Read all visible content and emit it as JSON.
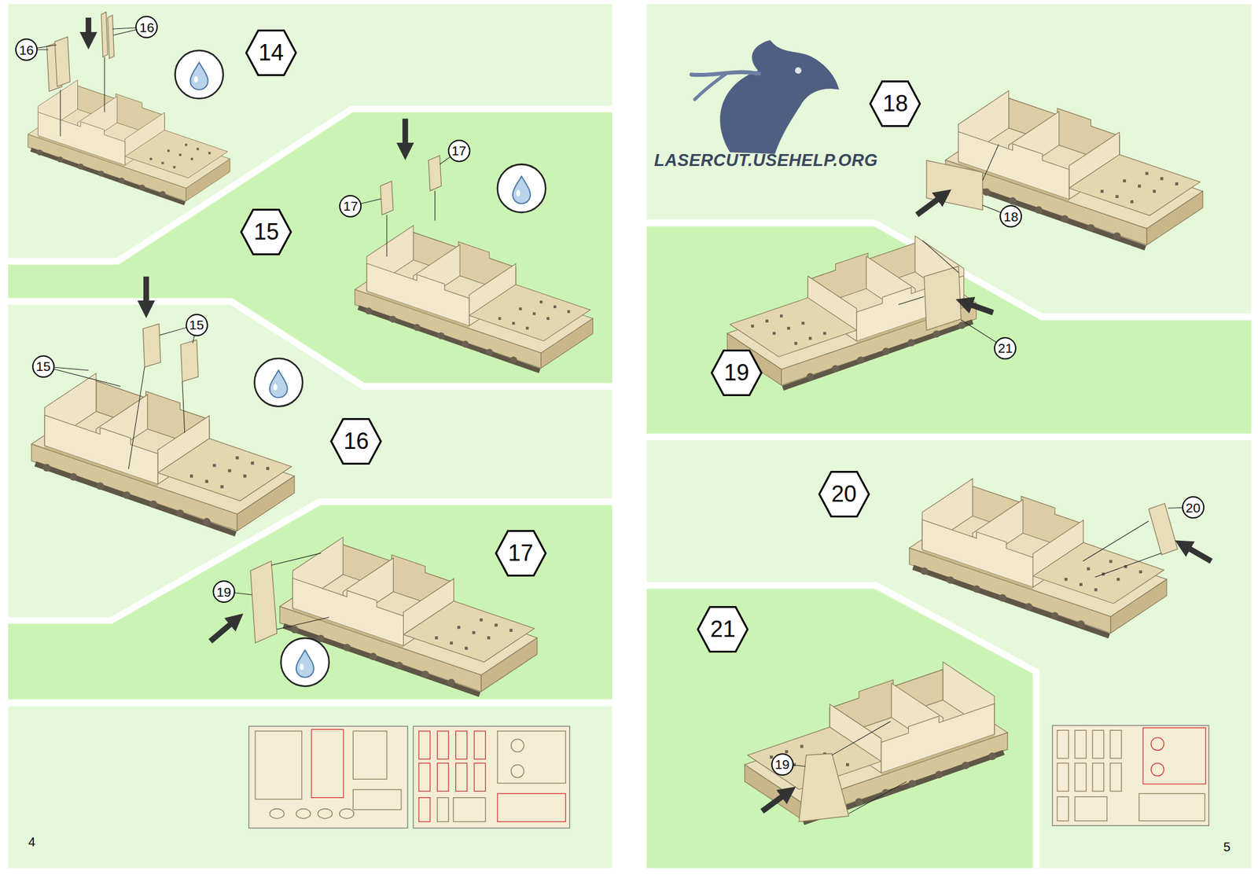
{
  "diagram": {
    "nodes": [
      {
        "text": [
          "14"
        ]
      },
      {
        "text": [
          "16"
        ]
      },
      {
        "text": [
          "16"
        ]
      },
      {
        "text": [
          "15"
        ]
      },
      {
        "text": [
          "17"
        ]
      },
      {
        "text": [
          "17"
        ]
      },
      {
        "text": [
          "15"
        ]
      },
      {
        "text": [
          "15"
        ]
      },
      {
        "text": [
          "16"
        ]
      },
      {
        "text": [
          "17"
        ]
      },
      {
        "text": [
          "19"
        ]
      },
      {
        "text": [
          "18"
        ]
      },
      {
        "text": [
          "18"
        ]
      },
      {
        "text": [
          "19"
        ]
      },
      {
        "text": [
          "21"
        ]
      },
      {
        "text": [
          "20"
        ]
      },
      {
        "text": [
          "20"
        ]
      },
      {
        "text": [
          "21"
        ]
      },
      {
        "text": [
          "19"
        ]
      }
    ],
    "labels": [
      "LASERCUT.USEHELP.ORG",
      "4",
      "5"
    ]
  }
}
